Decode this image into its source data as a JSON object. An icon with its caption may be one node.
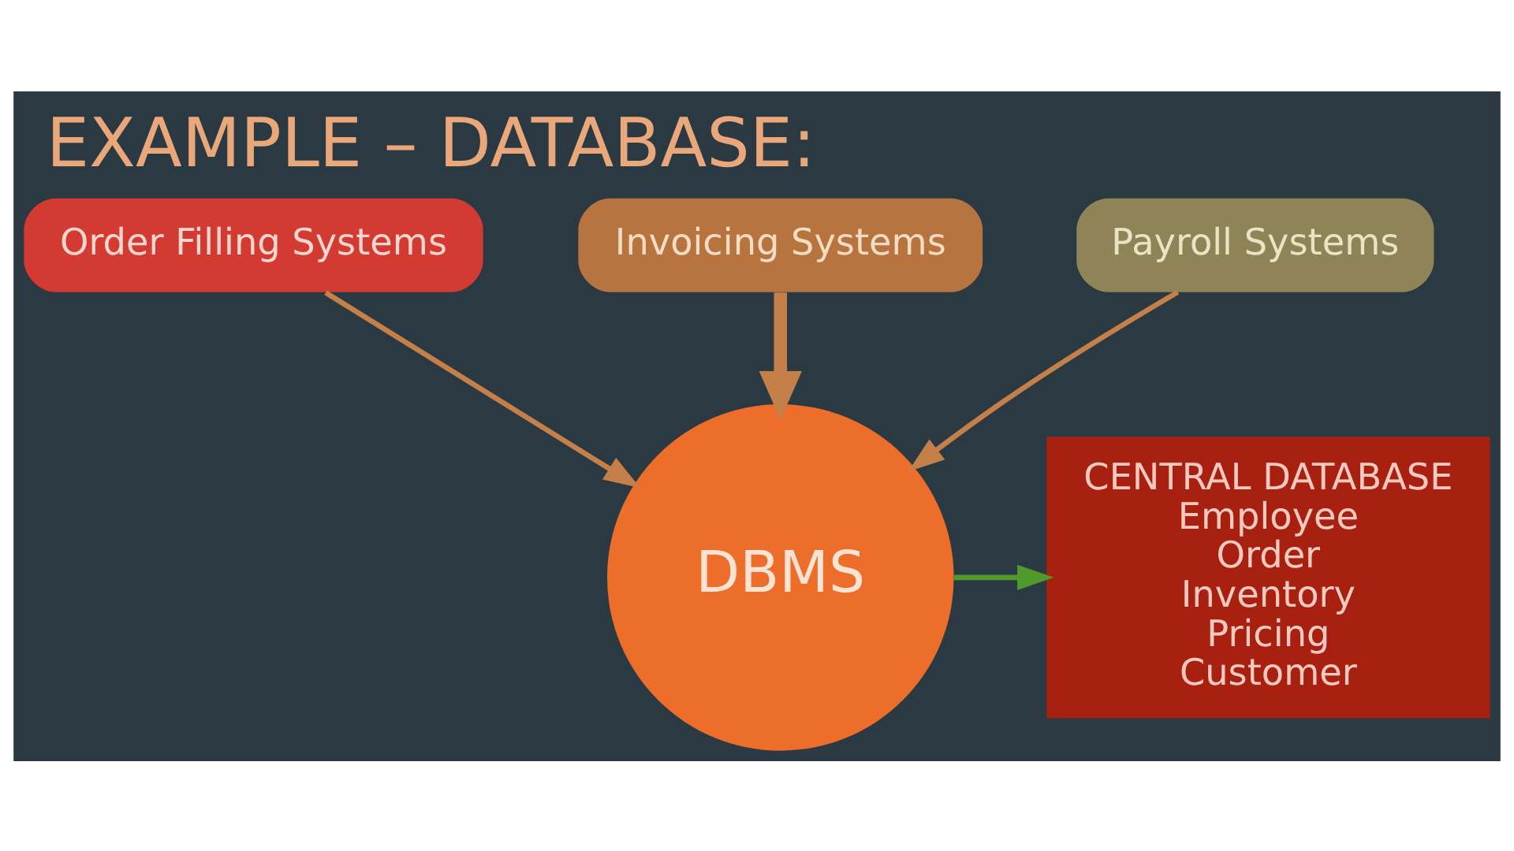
{
  "diagram": {
    "title": "EXAMPLE – DATABASE:",
    "nodes": [
      {
        "text": [
          "Order Filling Systems"
        ]
      },
      {
        "text": [
          "Invoicing Systems"
        ]
      },
      {
        "text": [
          "Payroll Systems"
        ]
      },
      {
        "text": [
          "DBMS"
        ]
      },
      {
        "text": [
          "CENTRAL DATABASE",
          "Employee",
          "Order",
          "Inventory",
          "Pricing",
          "Customer"
        ]
      }
    ],
    "edges": [
      {
        "from": 0,
        "to": 3,
        "arrow": "to"
      },
      {
        "from": 1,
        "to": 3,
        "arrow": "to",
        "style": "thick"
      },
      {
        "from": 2,
        "to": 3,
        "arrow": "to"
      },
      {
        "from": 3,
        "to": 4,
        "arrow": "to",
        "color": "#4e9a2a"
      }
    ]
  }
}
